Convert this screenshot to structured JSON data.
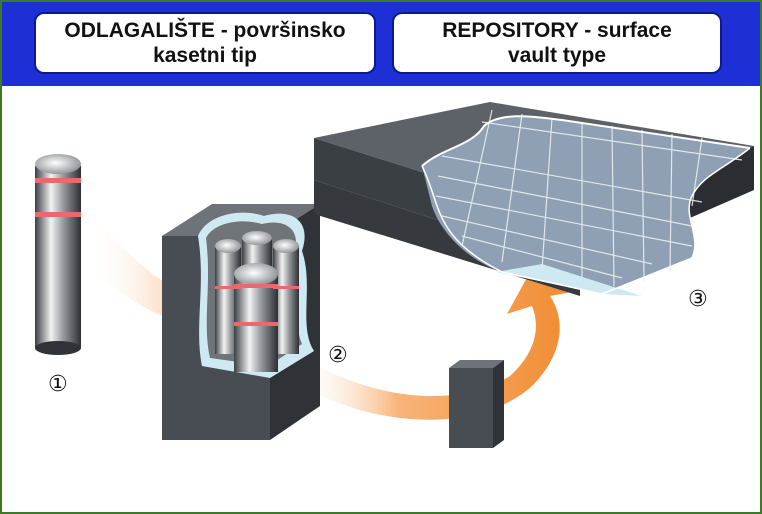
{
  "header": {
    "left_title_line1": "ODLAGALIŠTE - površinsko",
    "left_title_line2": "kasetni tip",
    "right_title_line1": "REPOSITORY - surface",
    "right_title_line2": "vault type"
  },
  "steps": [
    {
      "marker": "①"
    },
    {
      "marker": "②"
    },
    {
      "marker": "③"
    }
  ],
  "colors": {
    "banner": "#1f2fd6",
    "frame": "#3c7a2a",
    "arrow": "#f7a45a",
    "concrete": "#4a5056",
    "liner": "#cfe9f2",
    "drum_band": "#e86a6a"
  }
}
